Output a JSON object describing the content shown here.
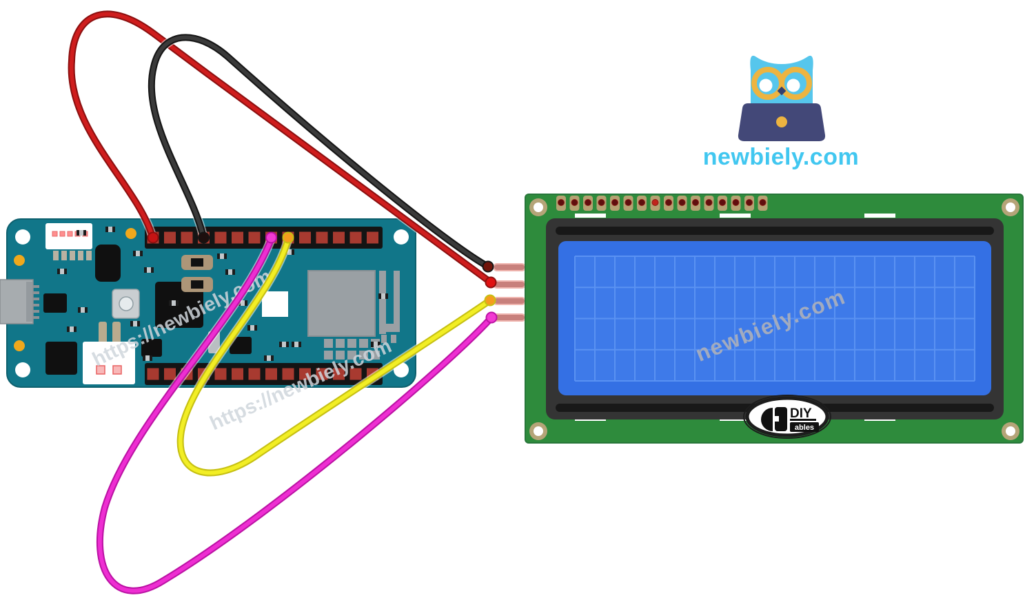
{
  "branding": {
    "site_text": "newbiely.com",
    "site_color": "#41c7f0",
    "owl": {
      "body_color": "#56c6ec",
      "glasses_color": "#edb440",
      "laptop_color": "#434878"
    }
  },
  "watermarks": {
    "diagonal_text": "https://newbiely.com",
    "screen_text": "newbiely.com",
    "diagonal_color": "#d0d6dc",
    "screen_color": "#a8aebd"
  },
  "mkr_board": {
    "name": "Arduino MKR microcontroller board",
    "pcb_color": "#117689",
    "header_strip_color": "#141414",
    "pin_pad_color": "#a83a30",
    "top_header_pin_count": 14,
    "bottom_header_pin_count": 14,
    "components": [
      "usb-port",
      "reset-button",
      "mcu-chip",
      "wifi-module",
      "antenna",
      "crystal",
      "boot-connector",
      "led-window"
    ]
  },
  "lcd_module": {
    "name": "20x4 character LCD module (I2C)",
    "pcb_color": "#2e8b3c",
    "bezel_color": "#343434",
    "screen_color": "#3470e4",
    "cell_color": "#3e7ae9",
    "grid_line_color": "#5a92f2",
    "pad_color": "#b5a172",
    "pad_hole_color": "#5f0e0e",
    "char_columns": 20,
    "char_rows": 4,
    "header_pin_count": 16,
    "i2c_pin_count": 4,
    "i2c_pin_color": "#c8807c",
    "brand_top": "DIY",
    "brand_bottom": "ables"
  },
  "wires": [
    {
      "id": "black",
      "color": "#3a3a3a",
      "edge": "#151515",
      "mkr_pin": 4,
      "lcd_pin": 1,
      "tip_mkr": "#1d0f0e",
      "tip_lcd": "#70150b"
    },
    {
      "id": "red",
      "color": "#cf1d1d",
      "edge": "#8c1010",
      "mkr_pin": 1,
      "lcd_pin": 2,
      "tip_mkr": "#c51414",
      "tip_lcd": "#e01212"
    },
    {
      "id": "yellow",
      "color": "#f2ee25",
      "edge": "#c6c013",
      "mkr_pin": 9,
      "lcd_pin": 3,
      "tip_mkr": "#f59d1e",
      "tip_lcd": "#f59d1e"
    },
    {
      "id": "magenta",
      "color": "#ee2ed2",
      "edge": "#bb13a4",
      "mkr_pin": 8,
      "lcd_pin": 4,
      "tip_mkr": "#f23ad2",
      "tip_lcd": "#f23ad2"
    }
  ]
}
